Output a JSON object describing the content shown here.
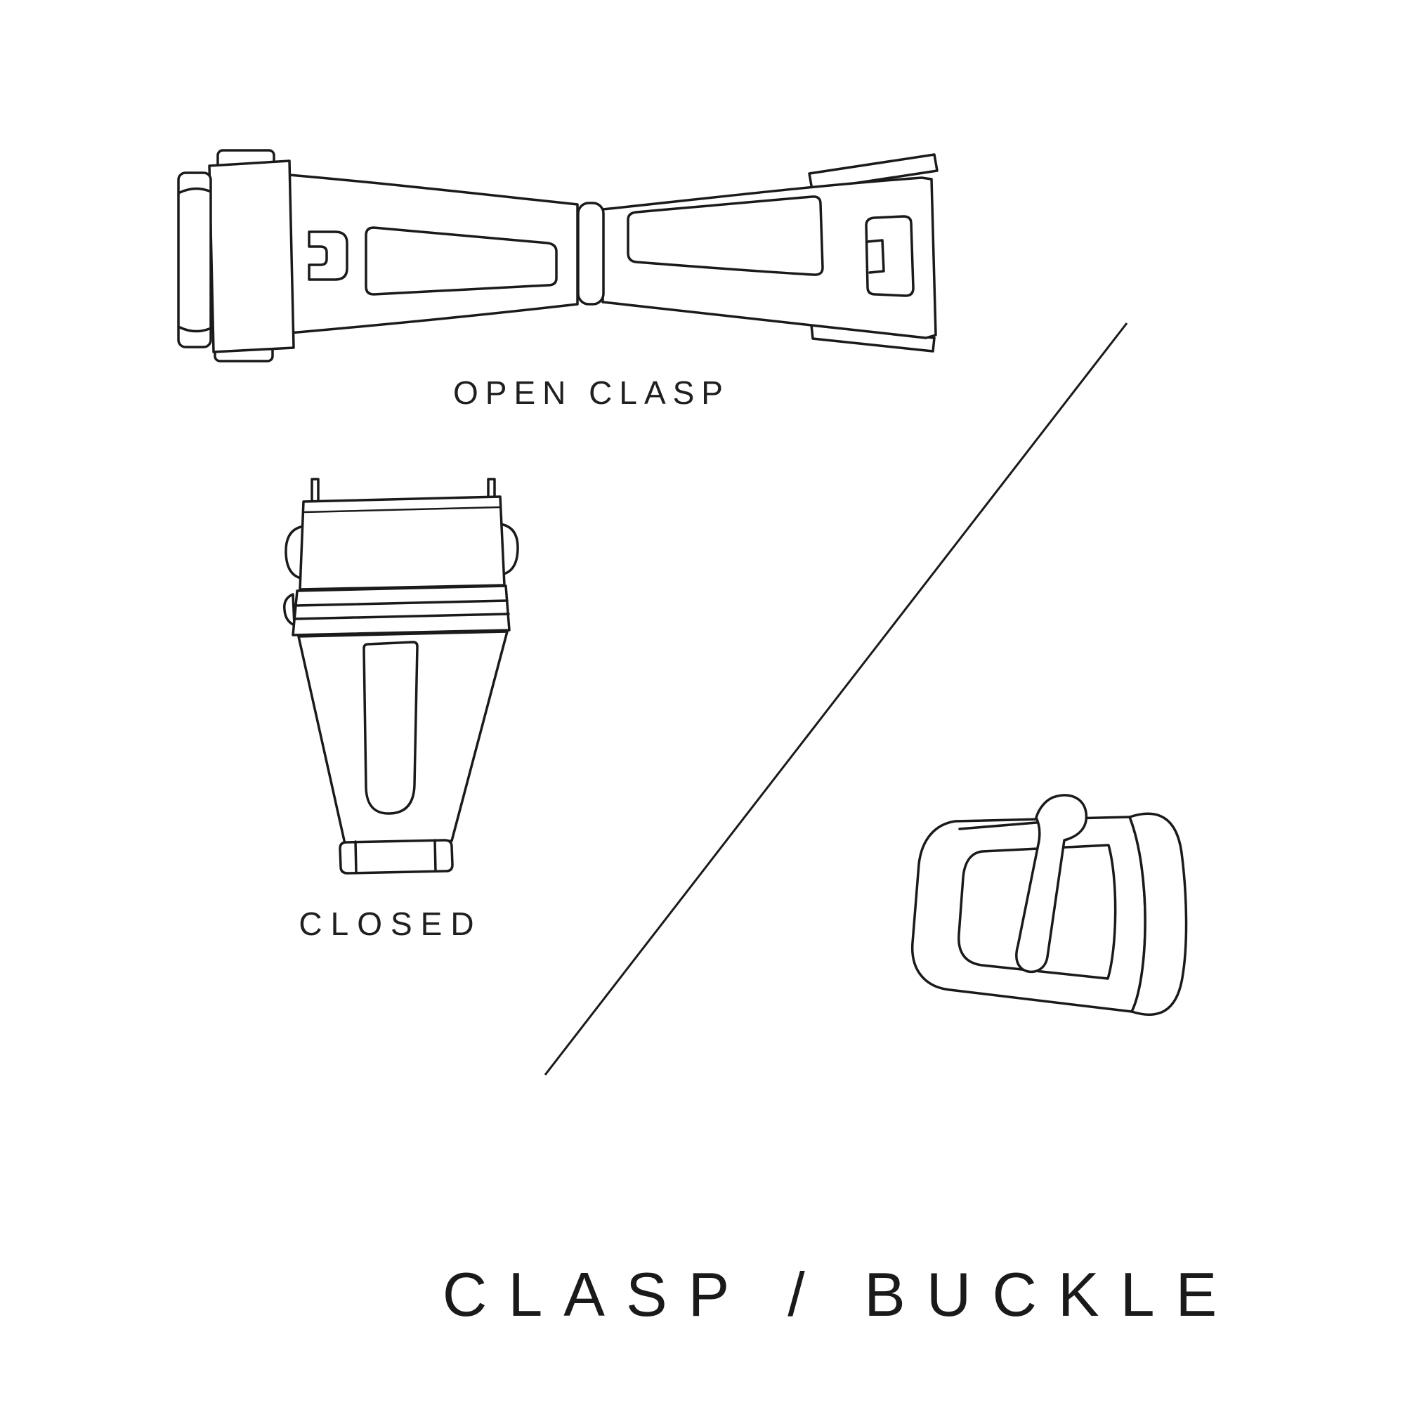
{
  "title": "CLASP / BUCKLE",
  "labels": {
    "open_clasp": "OPEN CLASP",
    "closed": "CLOSED"
  },
  "illustrations": [
    {
      "name": "open-clasp-illustration",
      "caption": "OPEN CLASP"
    },
    {
      "name": "closed-clasp-illustration",
      "caption": "CLOSED"
    },
    {
      "name": "buckle-illustration",
      "caption": ""
    }
  ],
  "colors": {
    "background": "#ffffff",
    "line": "#1a1a1a",
    "text": "#1f1f1f"
  }
}
